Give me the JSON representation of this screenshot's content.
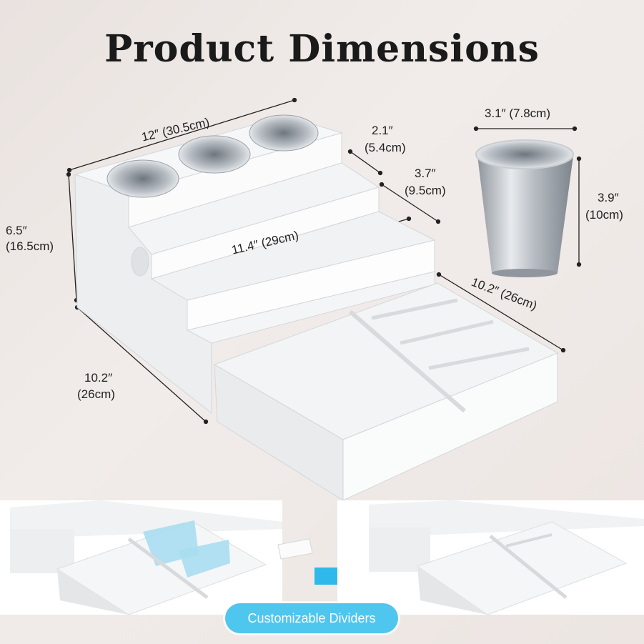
{
  "title": "Product Dimensions",
  "dimensions": {
    "top_width": "12″ (30.5cm)",
    "height_in": "6.5″",
    "height_cm": "(16.5cm)",
    "depth_left_in": "10.2″",
    "depth_left_cm": "(26cm)",
    "inner_width": "11.4″ (29cm)",
    "step_depth_in": "2.1″",
    "step_depth_cm": "(5.4cm)",
    "step_height_in": "3.7″",
    "step_height_cm": "(9.5cm)",
    "depth_right": "10.2″ (26cm)",
    "cup_diameter": "3.1″ (7.8cm)",
    "cup_height_in": "3.9″",
    "cup_height_cm": "(10cm)"
  },
  "bottom": {
    "badge_label": "Customizable Dividers"
  },
  "colors": {
    "badge": "#4fc6ee",
    "arrow": "#2fb8ea",
    "divider_highlight": "#a8def0",
    "organizer": "#ffffff"
  },
  "icons": {
    "arrow": "right-arrow-icon"
  }
}
